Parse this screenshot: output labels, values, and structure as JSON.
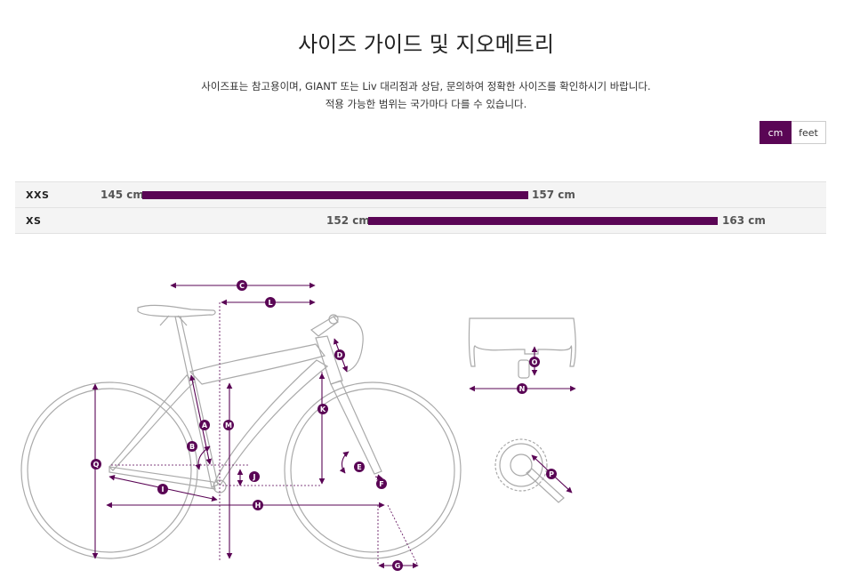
{
  "page": {
    "title": "사이즈 가이드 및 지오메트리",
    "desc_line1": "사이즈표는 참고용이며, GIANT 또는 Liv 대리점과 상담, 문의하여 정확한 사이즈를 확인하시기 바랍니다.",
    "desc_line2": "적용 가능한 범위는 국가마다 다를 수 있습니다."
  },
  "units": {
    "cm": "cm",
    "feet": "feet",
    "active": "cm"
  },
  "sizes": [
    {
      "label": "XXS",
      "min": "145 cm",
      "max": "157 cm"
    },
    {
      "label": "XS",
      "min": "152 cm",
      "max": "163 cm"
    }
  ],
  "geometry_labels": {
    "A": "A",
    "B": "B",
    "C": "C",
    "D": "D",
    "E": "E",
    "F": "F",
    "G": "G",
    "H": "H",
    "I": "I",
    "J": "J",
    "K": "K",
    "L": "L",
    "M": "M",
    "N": "N",
    "O": "O",
    "P": "P",
    "Q": "Q"
  },
  "colors": {
    "accent": "#5a0555",
    "bike_line": "#999999"
  }
}
